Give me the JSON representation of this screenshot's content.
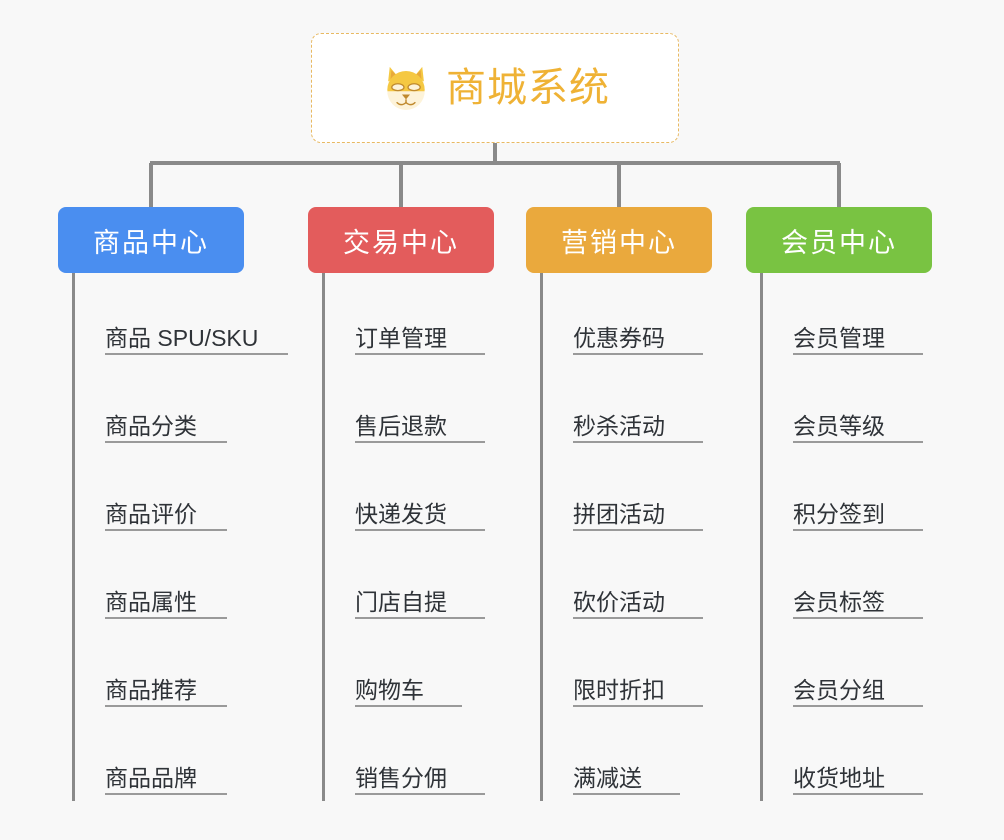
{
  "page": {
    "background_color": "#f8f8f8",
    "root": {
      "icon": "shiba-dog-face-icon",
      "title": "商城系统",
      "title_color": "#efb235",
      "border_color": "#e8b962"
    }
  },
  "columns": [
    {
      "header": "商品中心",
      "color": "#4a8ef0",
      "items": [
        "商品 SPU/SKU",
        "商品分类",
        "商品评价",
        "商品属性",
        "商品推荐",
        "商品品牌"
      ]
    },
    {
      "header": "交易中心",
      "color": "#e35c5c",
      "items": [
        "订单管理",
        "售后退款",
        "快递发货",
        "门店自提",
        "购物车",
        "销售分佣"
      ]
    },
    {
      "header": "营销中心",
      "color": "#eaa93d",
      "items": [
        "优惠券码",
        "秒杀活动",
        "拼团活动",
        "砍价活动",
        "限时折扣",
        "满减送"
      ]
    },
    {
      "header": "会员中心",
      "color": "#79c342",
      "items": [
        "会员管理",
        "会员等级",
        "积分签到",
        "会员标签",
        "会员分组",
        "收货地址"
      ]
    }
  ],
  "connector": {
    "color": "#8a8a8a"
  }
}
